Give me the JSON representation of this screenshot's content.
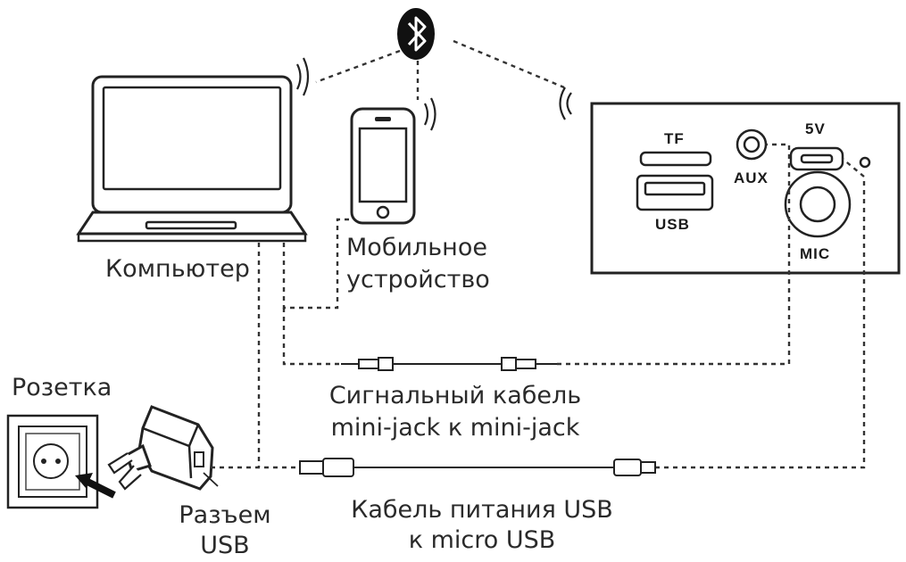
{
  "labels": {
    "computer": "Компьютер",
    "mobile_line1": "Мобильное",
    "mobile_line2": "устройство",
    "socket": "Розетка",
    "usb_port_line1": "Разъем",
    "usb_port_line2": "USB",
    "signal_cable_line1": "Сигнальный кабель",
    "signal_cable_line2": "mini-jack к mini-jack",
    "power_cable_line1": "Кабель питания USB",
    "power_cable_line2": "к micro USB"
  },
  "panel": {
    "tf": "TF",
    "usb": "USB",
    "aux": "AUX",
    "power": "5V",
    "mic": "MIC"
  },
  "colors": {
    "line": "#333333",
    "outline": "#222222",
    "text": "#2a2a2a",
    "background": "#ffffff"
  }
}
